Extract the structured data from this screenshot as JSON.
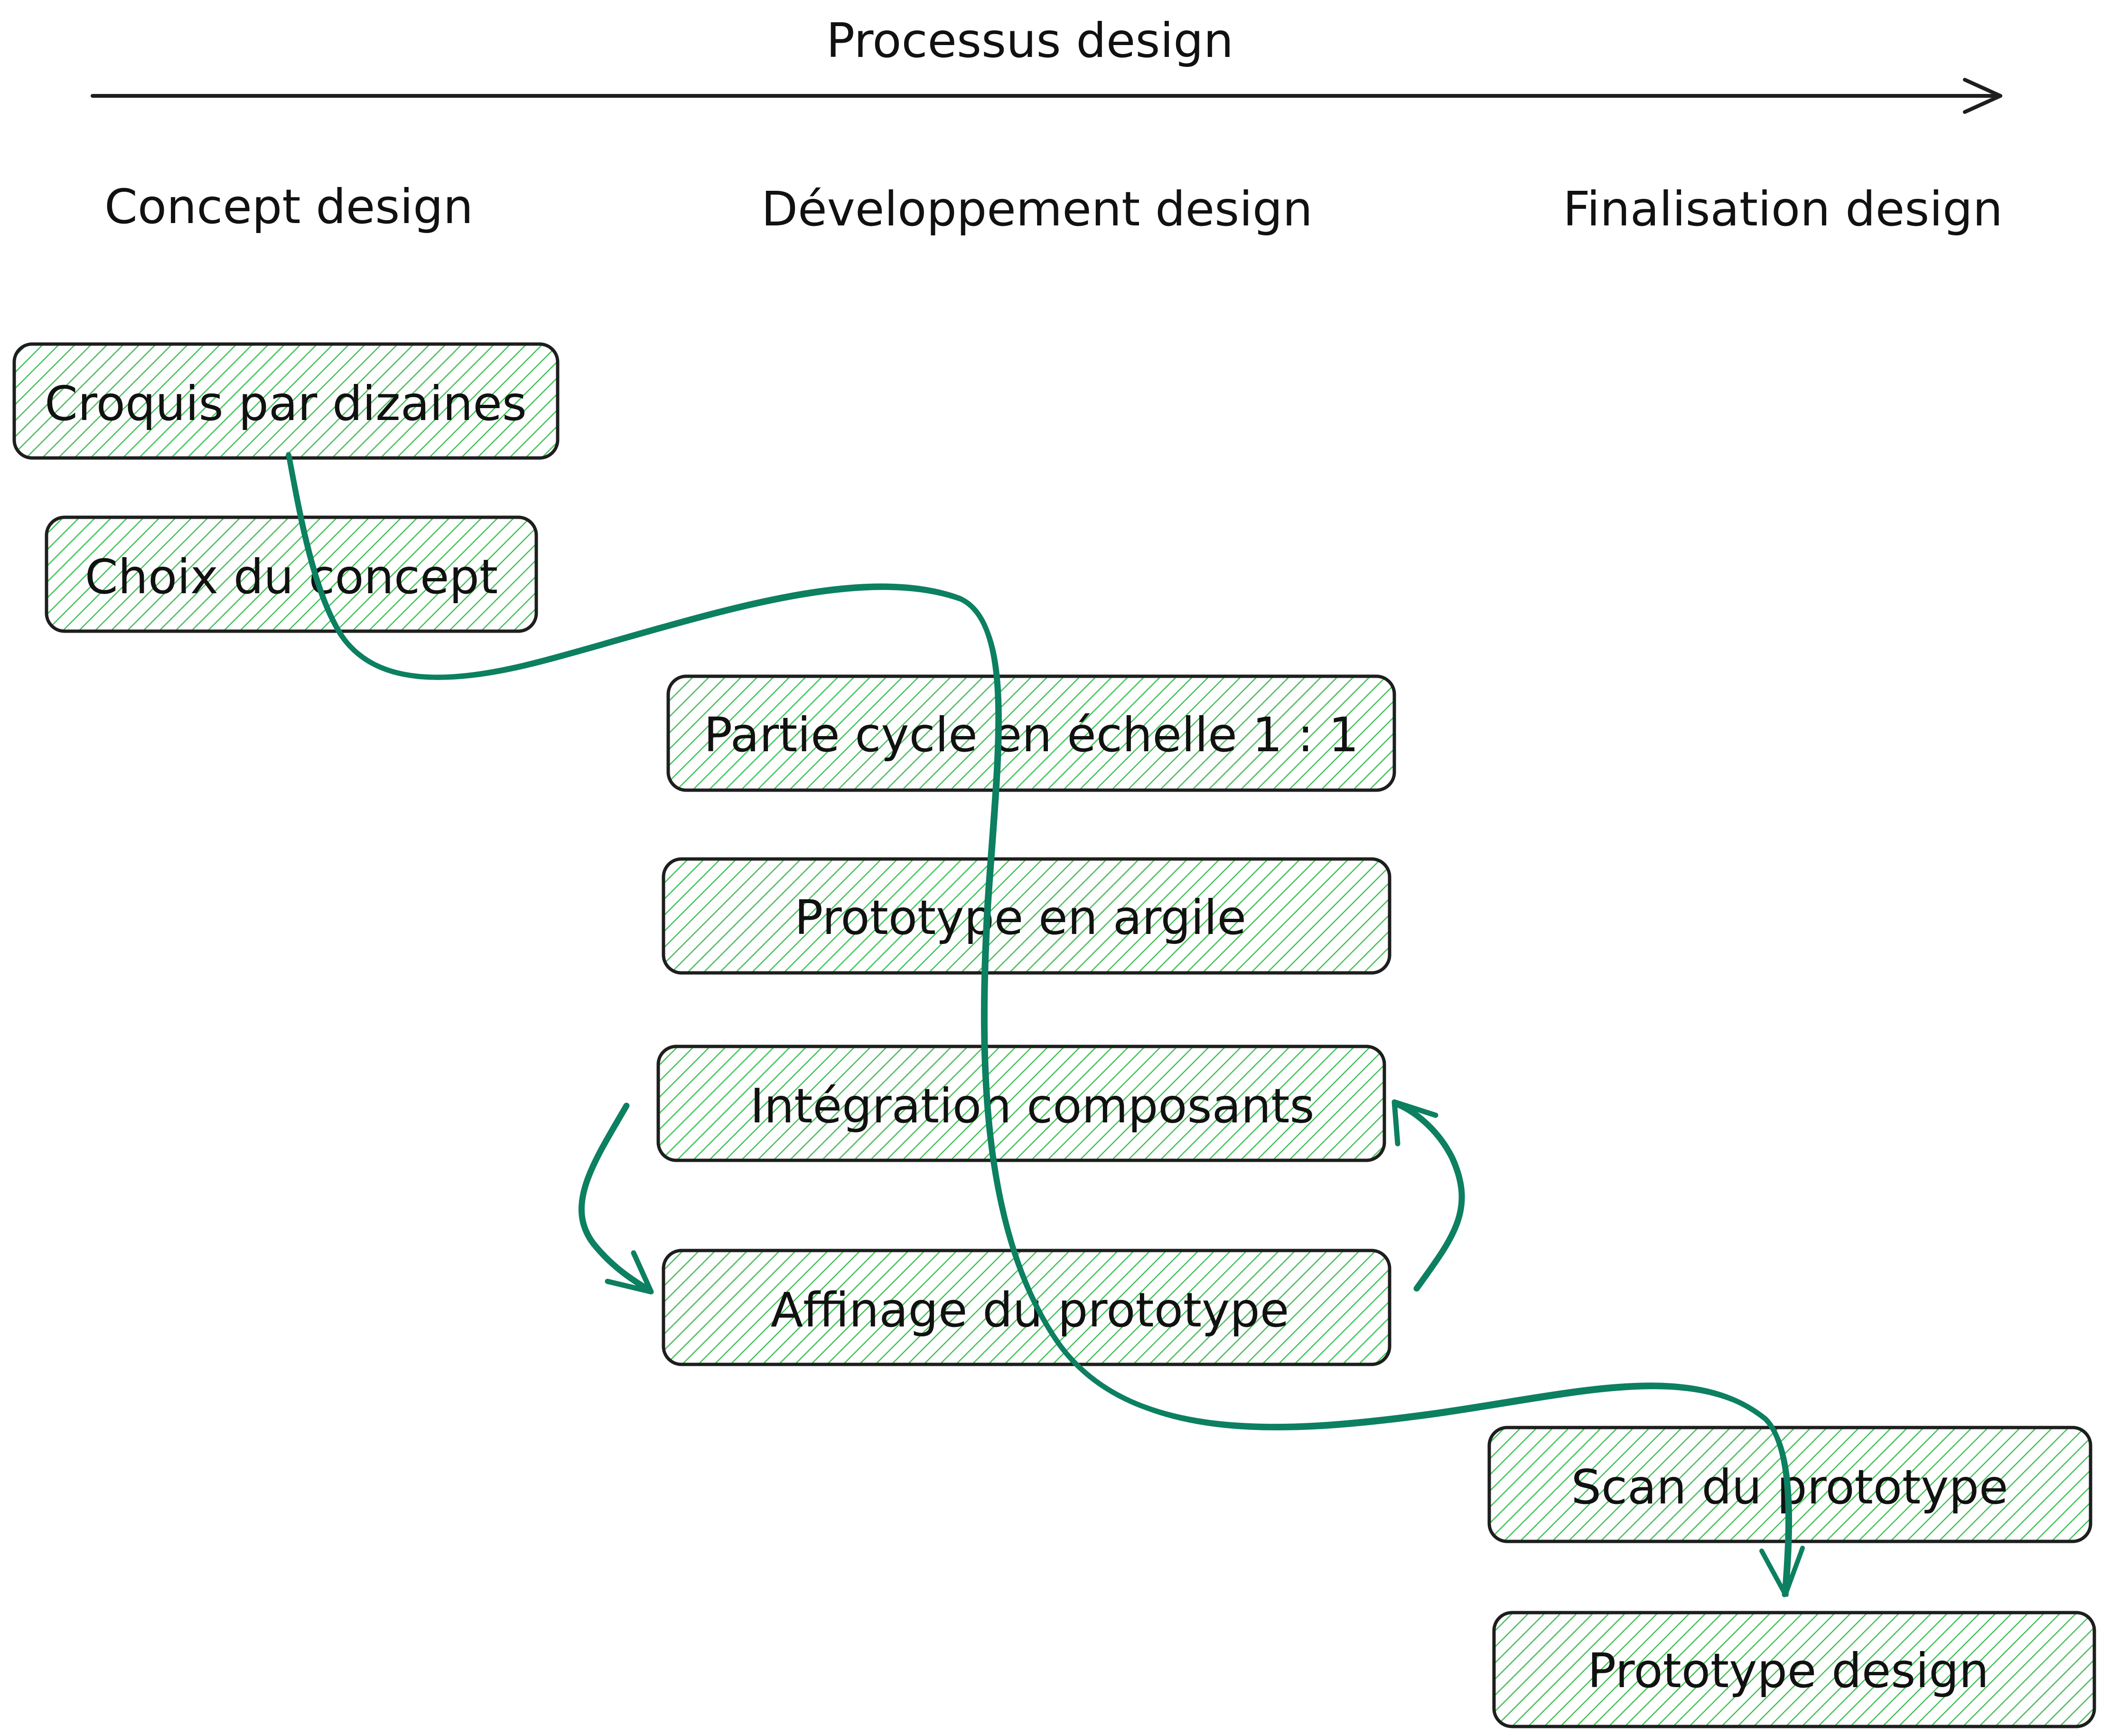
{
  "title": "Processus design",
  "phases": [
    {
      "label": "Concept design"
    },
    {
      "label": "Développement design"
    },
    {
      "label": "Finalisation design"
    }
  ],
  "steps": [
    {
      "label": "Croquis par dizaines"
    },
    {
      "label": "Choix du concept"
    },
    {
      "label": "Partie cycle en échelle 1 : 1"
    },
    {
      "label": "Prototype en argile"
    },
    {
      "label": "Intégration composants"
    },
    {
      "label": "Affinage du prototype"
    },
    {
      "label": "Scan du prototype"
    },
    {
      "label": "Prototype design"
    }
  ],
  "colors": {
    "box_hatch": "#40c057",
    "box_fill": "#ebfbee",
    "flow_arrow": "#0c8060",
    "stroke": "#1e1e1e"
  }
}
